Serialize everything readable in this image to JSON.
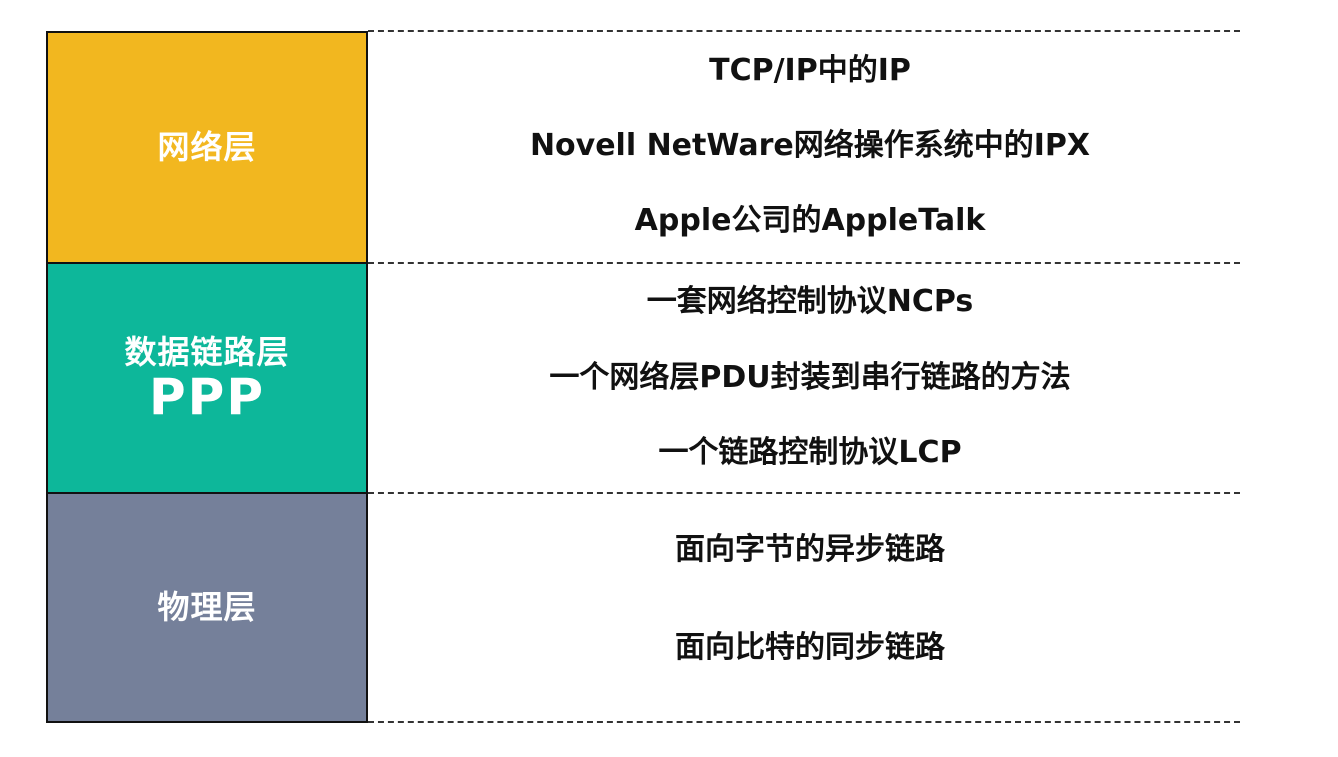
{
  "colors": {
    "network": "#F2B71F",
    "datalink": "#0DB79A",
    "physical": "#75809A"
  },
  "layers": {
    "network": {
      "label": "网络层",
      "items": [
        "TCP/IP中的IP",
        "Novell NetWare网络操作系统中的IPX",
        "Apple公司的AppleTalk"
      ]
    },
    "datalink": {
      "label": "数据链路层",
      "sublabel": "PPP",
      "items": [
        "一套网络控制协议NCPs",
        "一个网络层PDU封装到串行链路的方法",
        "一个链路控制协议LCP"
      ]
    },
    "physical": {
      "label": "物理层",
      "items": [
        "面向字节的异步链路",
        "面向比特的同步链路"
      ]
    }
  }
}
